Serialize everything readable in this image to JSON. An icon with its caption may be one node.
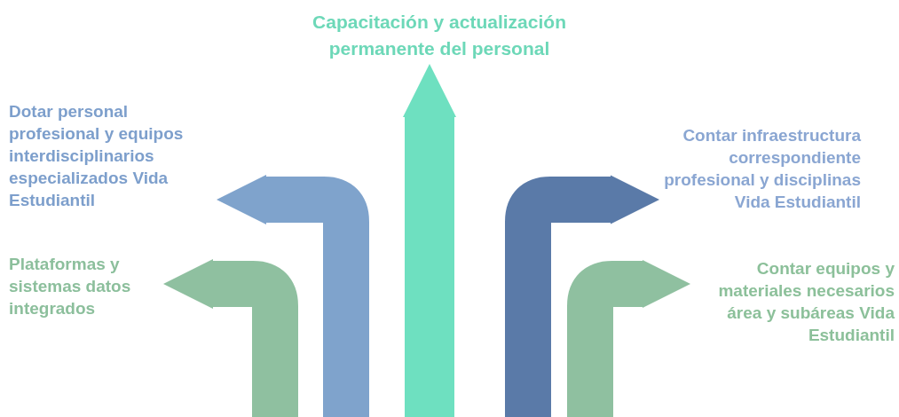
{
  "diagram": {
    "nodes": [
      {
        "text": [
          "Capacitación y actualización permanente del personal"
        ]
      },
      {
        "text": [
          "Dotar personal profesional y equipos interdisciplinarios especializados Vida Estudiantil"
        ]
      },
      {
        "text": [
          "Contar infraestructura correspondiente profesional y disciplinas Vida Estudiantil"
        ]
      },
      {
        "text": [
          "Plataformas y sistemas datos integrados"
        ]
      },
      {
        "text": [
          "Contar equipos y materiales necesarios área y subáreas Vida Estudiantil"
        ]
      }
    ],
    "edges": [
      {
        "from": null,
        "to": 0,
        "arrow": "to",
        "color": "#6ee0c0"
      },
      {
        "from": null,
        "to": 1,
        "arrow": "to",
        "color": "#7fa3cc"
      },
      {
        "from": null,
        "to": 2,
        "arrow": "to",
        "color": "#5a7aa8"
      },
      {
        "from": null,
        "to": 3,
        "arrow": "to",
        "color": "#8fc0a0"
      },
      {
        "from": null,
        "to": 4,
        "arrow": "to",
        "color": "#8fc0a0"
      }
    ]
  }
}
